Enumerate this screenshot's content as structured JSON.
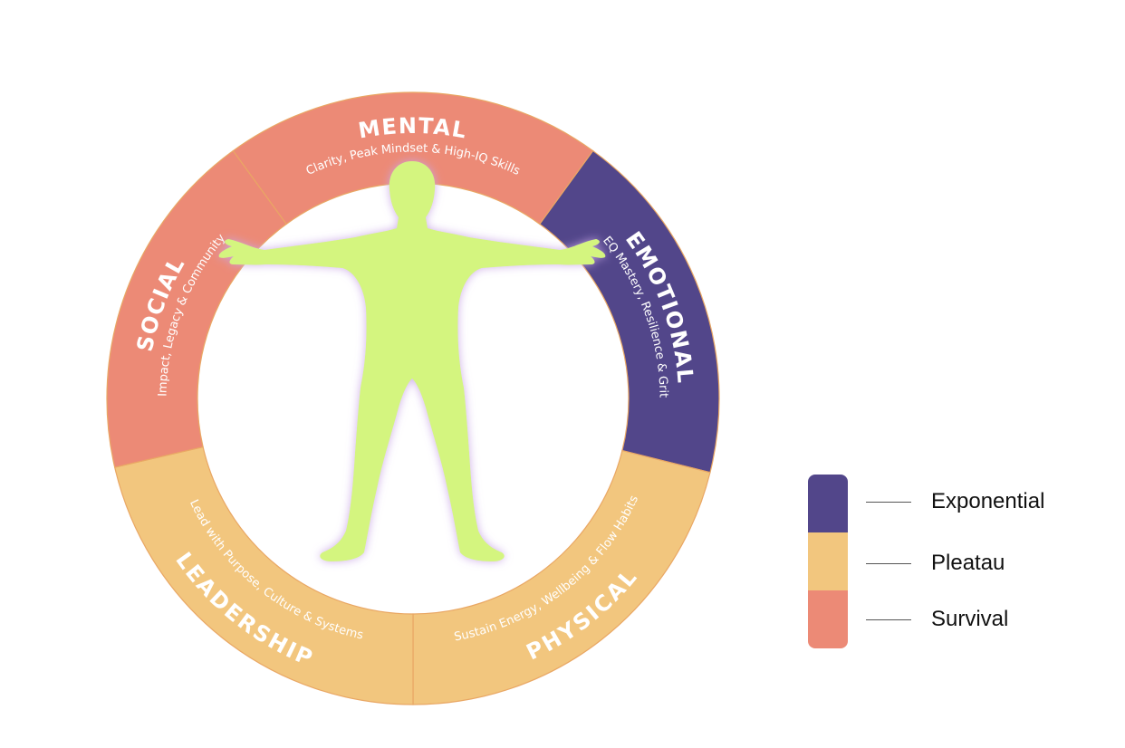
{
  "colors": {
    "exponential": "#52468a",
    "pleatau": "#f2c67e",
    "survival": "#ec8a76",
    "figure": "#d4f57f"
  },
  "segments": [
    {
      "key": "mental",
      "title": "MENTAL",
      "subtitle": "Clarity, Peak Mindset & High-IQ Skills",
      "level": "survival"
    },
    {
      "key": "emotional",
      "title": "EMOTIONAL",
      "subtitle": "EQ Mastery, Resilience & Grit",
      "level": "exponential"
    },
    {
      "key": "physical",
      "title": "PHYSICAL",
      "subtitle": "Sustain Energy, Wellbeing & Flow Habits",
      "level": "pleatau"
    },
    {
      "key": "leadership",
      "title": "LEADERSHIP",
      "subtitle": "Lead with Purpose, Culture & Systems",
      "level": "pleatau"
    },
    {
      "key": "social",
      "title": "SOCIAL",
      "subtitle": "Impact, Legacy & Community",
      "level": "survival"
    }
  ],
  "legend": {
    "items": [
      {
        "label": "Exponential",
        "level": "exponential"
      },
      {
        "label": "Pleatau",
        "level": "pleatau"
      },
      {
        "label": "Survival",
        "level": "survival"
      }
    ]
  }
}
